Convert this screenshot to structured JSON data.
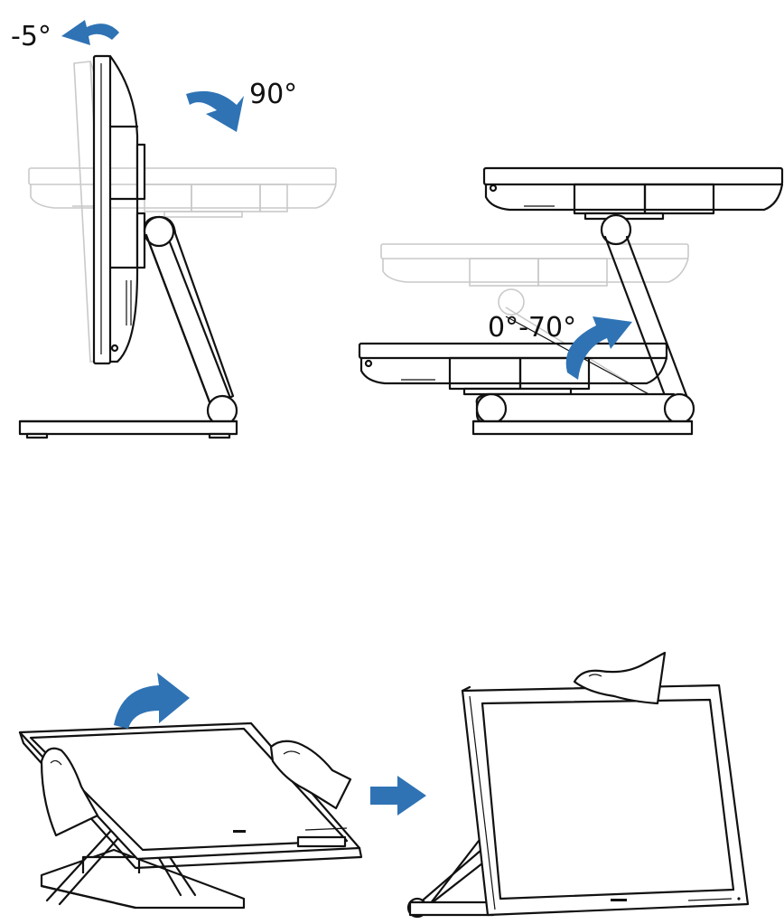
{
  "labels": {
    "tilt_back": "-5°",
    "rotate": "90°",
    "recline_range": "0°-70°"
  },
  "colors": {
    "arrow": "#2f73b5",
    "ink": "#111111",
    "ghost": "#c9c9c9",
    "background": "#ffffff"
  },
  "icons": [
    "curved-arrow-icon",
    "straight-arrow-icon"
  ]
}
